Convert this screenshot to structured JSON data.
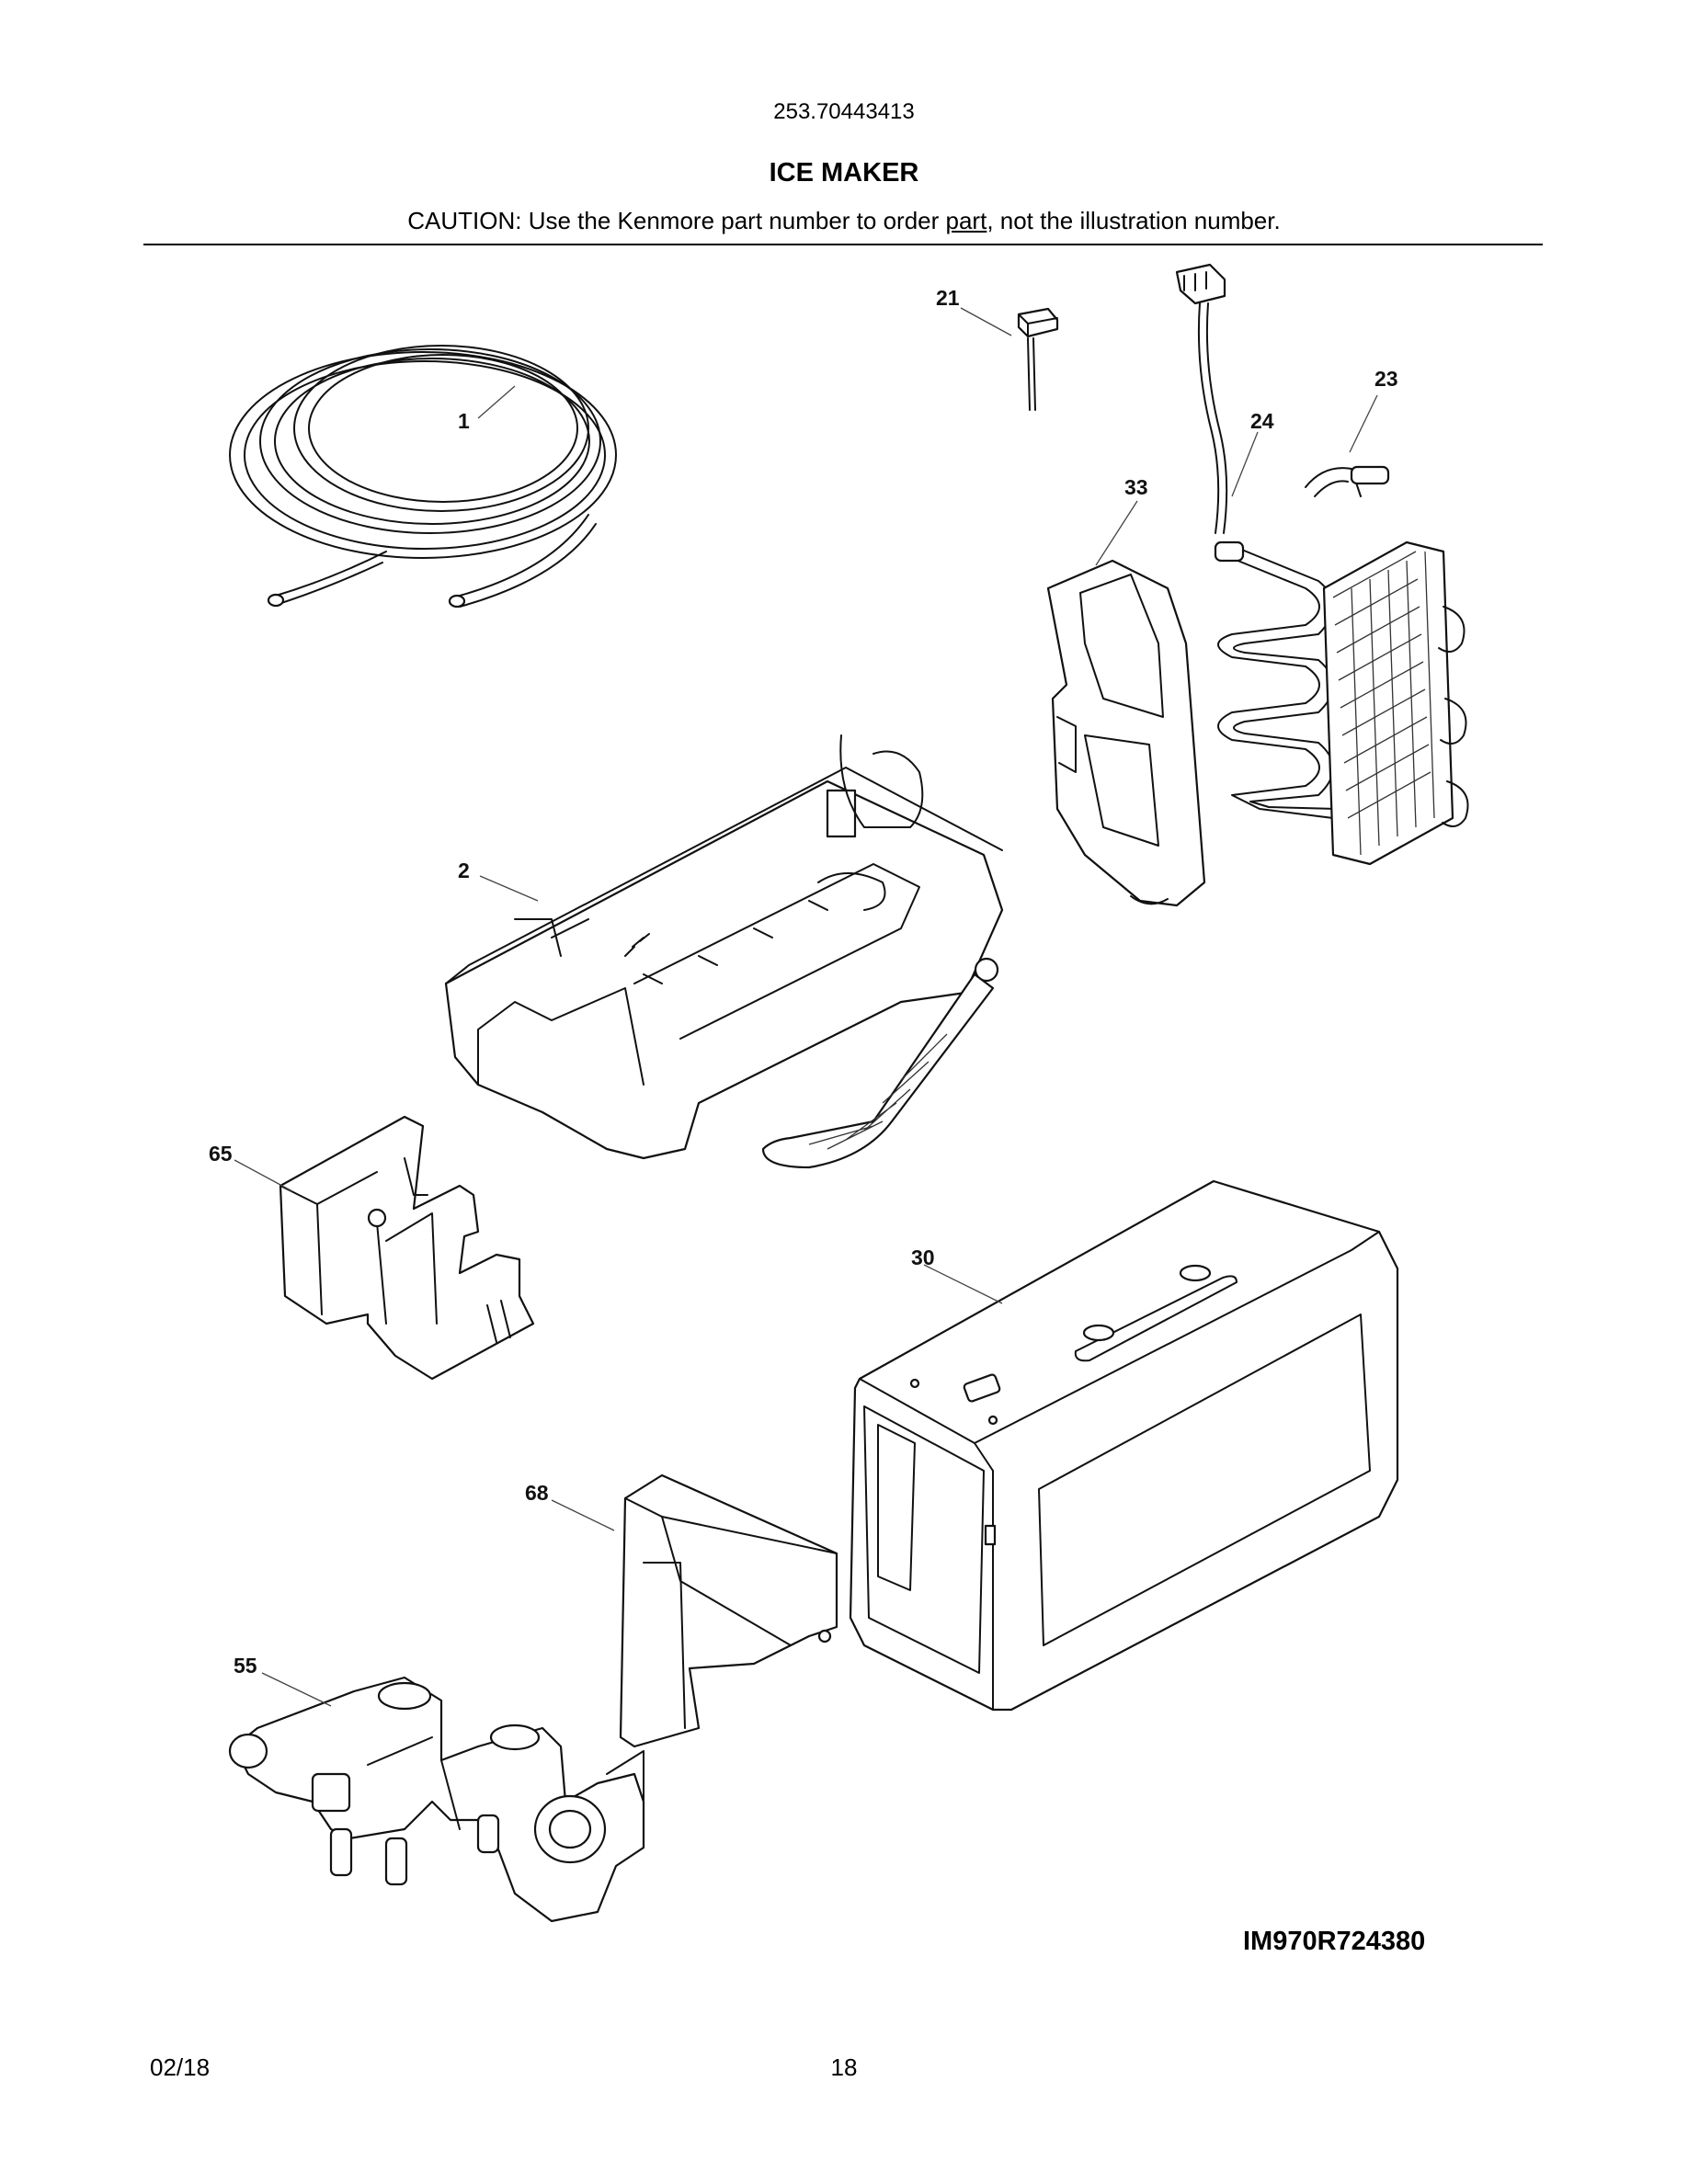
{
  "header": {
    "model_number": "253.70443413",
    "title": "ICE MAKER",
    "caution_before": "CAUTION: Use the Kenmore part number to order ",
    "caution_underlined": "part",
    "caution_after": ", not the illustration number."
  },
  "callouts": {
    "c1": "1",
    "c2": "2",
    "c21": "21",
    "c23": "23",
    "c24": "24",
    "c30": "30",
    "c33": "33",
    "c55": "55",
    "c65": "65",
    "c68": "68"
  },
  "diagram_id": "IM970R724380",
  "footer": {
    "date": "02/18",
    "page": "18"
  }
}
